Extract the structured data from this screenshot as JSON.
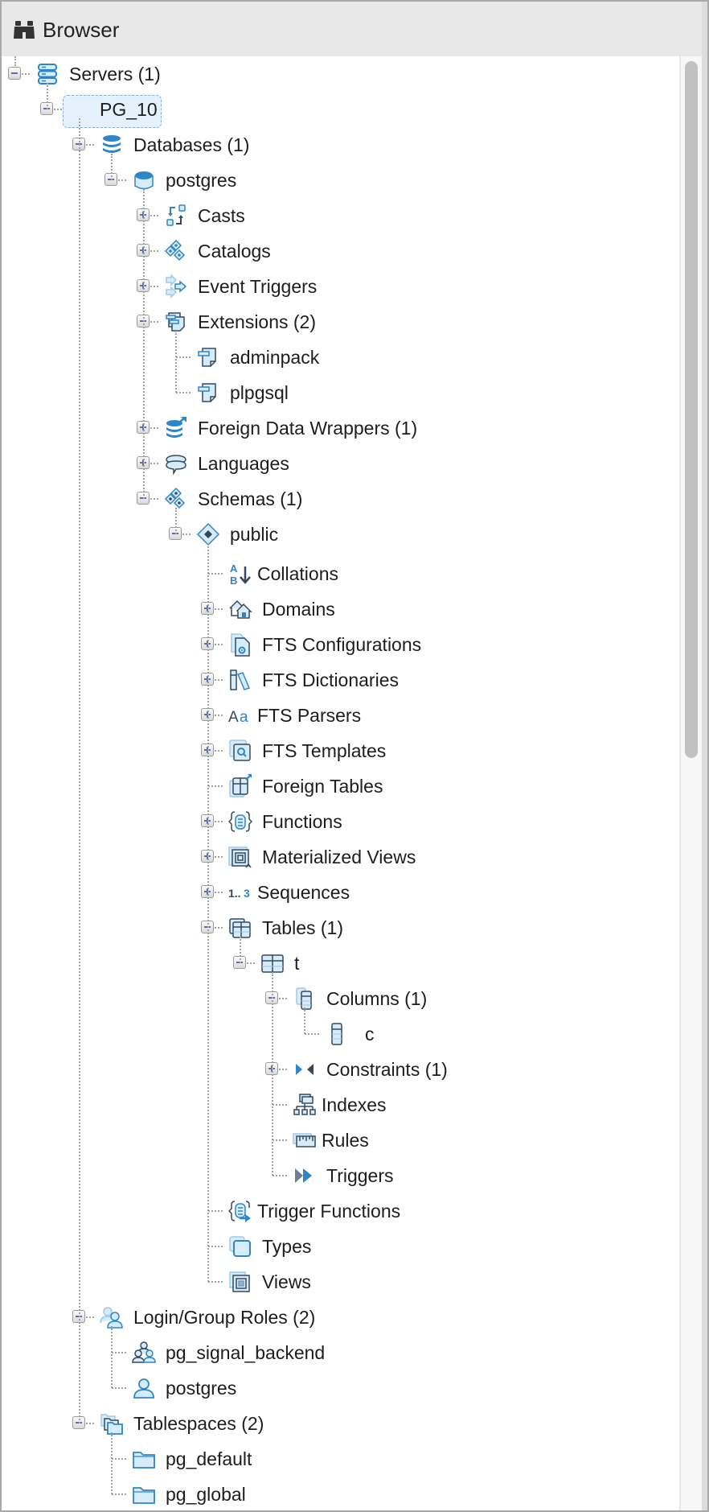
{
  "panel": {
    "title": "Browser",
    "icon": "binoculars-icon"
  },
  "colors": {
    "icon_blue": "#2f86c6",
    "icon_dark": "#34495e",
    "icon_fill": "#d7ecfa",
    "selection": "#e5f1fd",
    "header_bg": "#e8e8e8"
  },
  "tree": [
    {
      "label": "Servers (1)",
      "level": 0,
      "state": "expanded",
      "icon": "servers-icon"
    },
    {
      "label": "PG_10",
      "level": 1,
      "state": "expanded",
      "icon": "none",
      "selected": true
    },
    {
      "label": "Databases (1)",
      "level": 2,
      "state": "expanded",
      "icon": "databases-icon"
    },
    {
      "label": "postgres",
      "level": 3,
      "state": "expanded",
      "icon": "database-icon"
    },
    {
      "label": "Casts",
      "level": 4,
      "state": "collapsed",
      "icon": "casts-icon"
    },
    {
      "label": "Catalogs",
      "level": 4,
      "state": "collapsed",
      "icon": "catalogs-icon"
    },
    {
      "label": "Event Triggers",
      "level": 4,
      "state": "collapsed",
      "icon": "event-triggers-icon"
    },
    {
      "label": "Extensions (2)",
      "level": 4,
      "state": "expanded",
      "icon": "extensions-icon"
    },
    {
      "label": "adminpack",
      "level": 5,
      "state": "leaf",
      "icon": "extension-icon"
    },
    {
      "label": "plpgsql",
      "level": 5,
      "state": "leaf",
      "icon": "extension-icon"
    },
    {
      "label": "Foreign Data Wrappers (1)",
      "level": 4,
      "state": "collapsed",
      "icon": "foreign-data-wrappers-icon"
    },
    {
      "label": "Languages",
      "level": 4,
      "state": "collapsed",
      "icon": "languages-icon"
    },
    {
      "label": "Schemas (1)",
      "level": 4,
      "state": "expanded",
      "icon": "schemas-icon"
    },
    {
      "label": "public",
      "level": 5,
      "state": "expanded",
      "icon": "schema-icon"
    },
    {
      "label": "Collations",
      "level": 6,
      "state": "leaf",
      "icon": "collations-icon"
    },
    {
      "label": "Domains",
      "level": 6,
      "state": "collapsed",
      "icon": "domains-icon"
    },
    {
      "label": "FTS Configurations",
      "level": 6,
      "state": "collapsed",
      "icon": "fts-configurations-icon"
    },
    {
      "label": "FTS Dictionaries",
      "level": 6,
      "state": "collapsed",
      "icon": "fts-dictionaries-icon"
    },
    {
      "label": "FTS Parsers",
      "level": 6,
      "state": "collapsed",
      "icon": "fts-parsers-icon"
    },
    {
      "label": "FTS Templates",
      "level": 6,
      "state": "collapsed",
      "icon": "fts-templates-icon"
    },
    {
      "label": "Foreign Tables",
      "level": 6,
      "state": "leaf",
      "icon": "foreign-tables-icon"
    },
    {
      "label": "Functions",
      "level": 6,
      "state": "collapsed",
      "icon": "functions-icon"
    },
    {
      "label": "Materialized Views",
      "level": 6,
      "state": "collapsed",
      "icon": "materialized-views-icon"
    },
    {
      "label": "Sequences",
      "level": 6,
      "state": "collapsed",
      "icon": "sequences-icon"
    },
    {
      "label": "Tables (1)",
      "level": 6,
      "state": "expanded",
      "icon": "tables-icon"
    },
    {
      "label": "t",
      "level": 7,
      "state": "expanded",
      "icon": "table-icon"
    },
    {
      "label": "Columns (1)",
      "level": 8,
      "state": "expanded",
      "icon": "columns-icon"
    },
    {
      "label": "c",
      "level": 9,
      "state": "leaf",
      "icon": "column-icon"
    },
    {
      "label": "Constraints (1)",
      "level": 8,
      "state": "collapsed",
      "icon": "constraints-icon"
    },
    {
      "label": "Indexes",
      "level": 8,
      "state": "leaf",
      "icon": "indexes-icon"
    },
    {
      "label": "Rules",
      "level": 8,
      "state": "leaf",
      "icon": "rules-icon"
    },
    {
      "label": "Triggers",
      "level": 8,
      "state": "leaf",
      "icon": "triggers-icon"
    },
    {
      "label": "Trigger Functions",
      "level": 6,
      "state": "leaf",
      "icon": "trigger-functions-icon"
    },
    {
      "label": "Types",
      "level": 6,
      "state": "leaf",
      "icon": "types-icon"
    },
    {
      "label": "Views",
      "level": 6,
      "state": "leaf",
      "icon": "views-icon"
    },
    {
      "label": "Login/Group Roles (2)",
      "level": 2,
      "state": "expanded",
      "icon": "login-group-roles-icon"
    },
    {
      "label": "pg_signal_backend",
      "level": 3,
      "state": "leaf",
      "icon": "group-role-icon"
    },
    {
      "label": "postgres",
      "level": 3,
      "state": "leaf",
      "icon": "login-role-icon"
    },
    {
      "label": "Tablespaces (2)",
      "level": 2,
      "state": "expanded",
      "icon": "tablespaces-icon"
    },
    {
      "label": "pg_default",
      "level": 3,
      "state": "leaf",
      "icon": "tablespace-icon"
    },
    {
      "label": "pg_global",
      "level": 3,
      "state": "leaf",
      "icon": "tablespace-icon"
    }
  ]
}
